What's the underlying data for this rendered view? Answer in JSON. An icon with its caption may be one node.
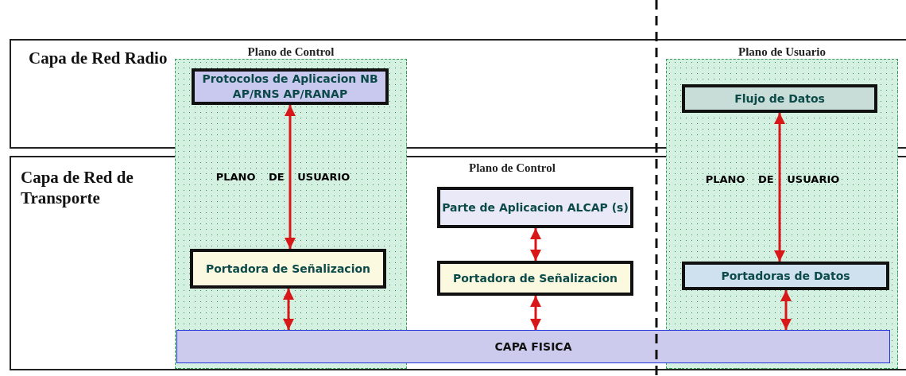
{
  "diagram": {
    "nodes": [
      {
        "text": [
          "Plano de Control",
          "PLANO DE USUARIO"
        ]
      },
      {
        "text": [
          "Protocolos de Aplicacion NB AP/RNS AP/RANAP"
        ],
        "in": 0
      },
      {
        "text": [
          "Portadora de Señalizacion"
        ],
        "in": 0
      },
      {
        "text": [
          "Parte de Aplicacion ALCAP (s)"
        ]
      },
      {
        "text": [
          "Portadora de Señalizacion"
        ]
      },
      {
        "text": [
          "Plano de Usuario",
          "PLANO DE USUARIO"
        ]
      },
      {
        "text": [
          "Flujo de Datos"
        ],
        "in": 5
      },
      {
        "text": [
          "Portadoras de Datos"
        ],
        "in": 5
      },
      {
        "text": [
          "CAPA FISICA"
        ]
      }
    ],
    "edges": [
      {
        "from": 1,
        "to": 2,
        "arrow": "both"
      },
      {
        "from": 2,
        "to": 8,
        "arrow": "both"
      },
      {
        "from": 3,
        "to": 4,
        "arrow": "both"
      },
      {
        "from": 4,
        "to": 8,
        "arrow": "both"
      },
      {
        "from": 6,
        "to": 7,
        "arrow": "both"
      },
      {
        "from": 7,
        "to": 8,
        "arrow": "both"
      }
    ],
    "labels": [
      "Capa de Red Radio",
      "Capa de Red de Transporte",
      "Plano de Control"
    ]
  }
}
